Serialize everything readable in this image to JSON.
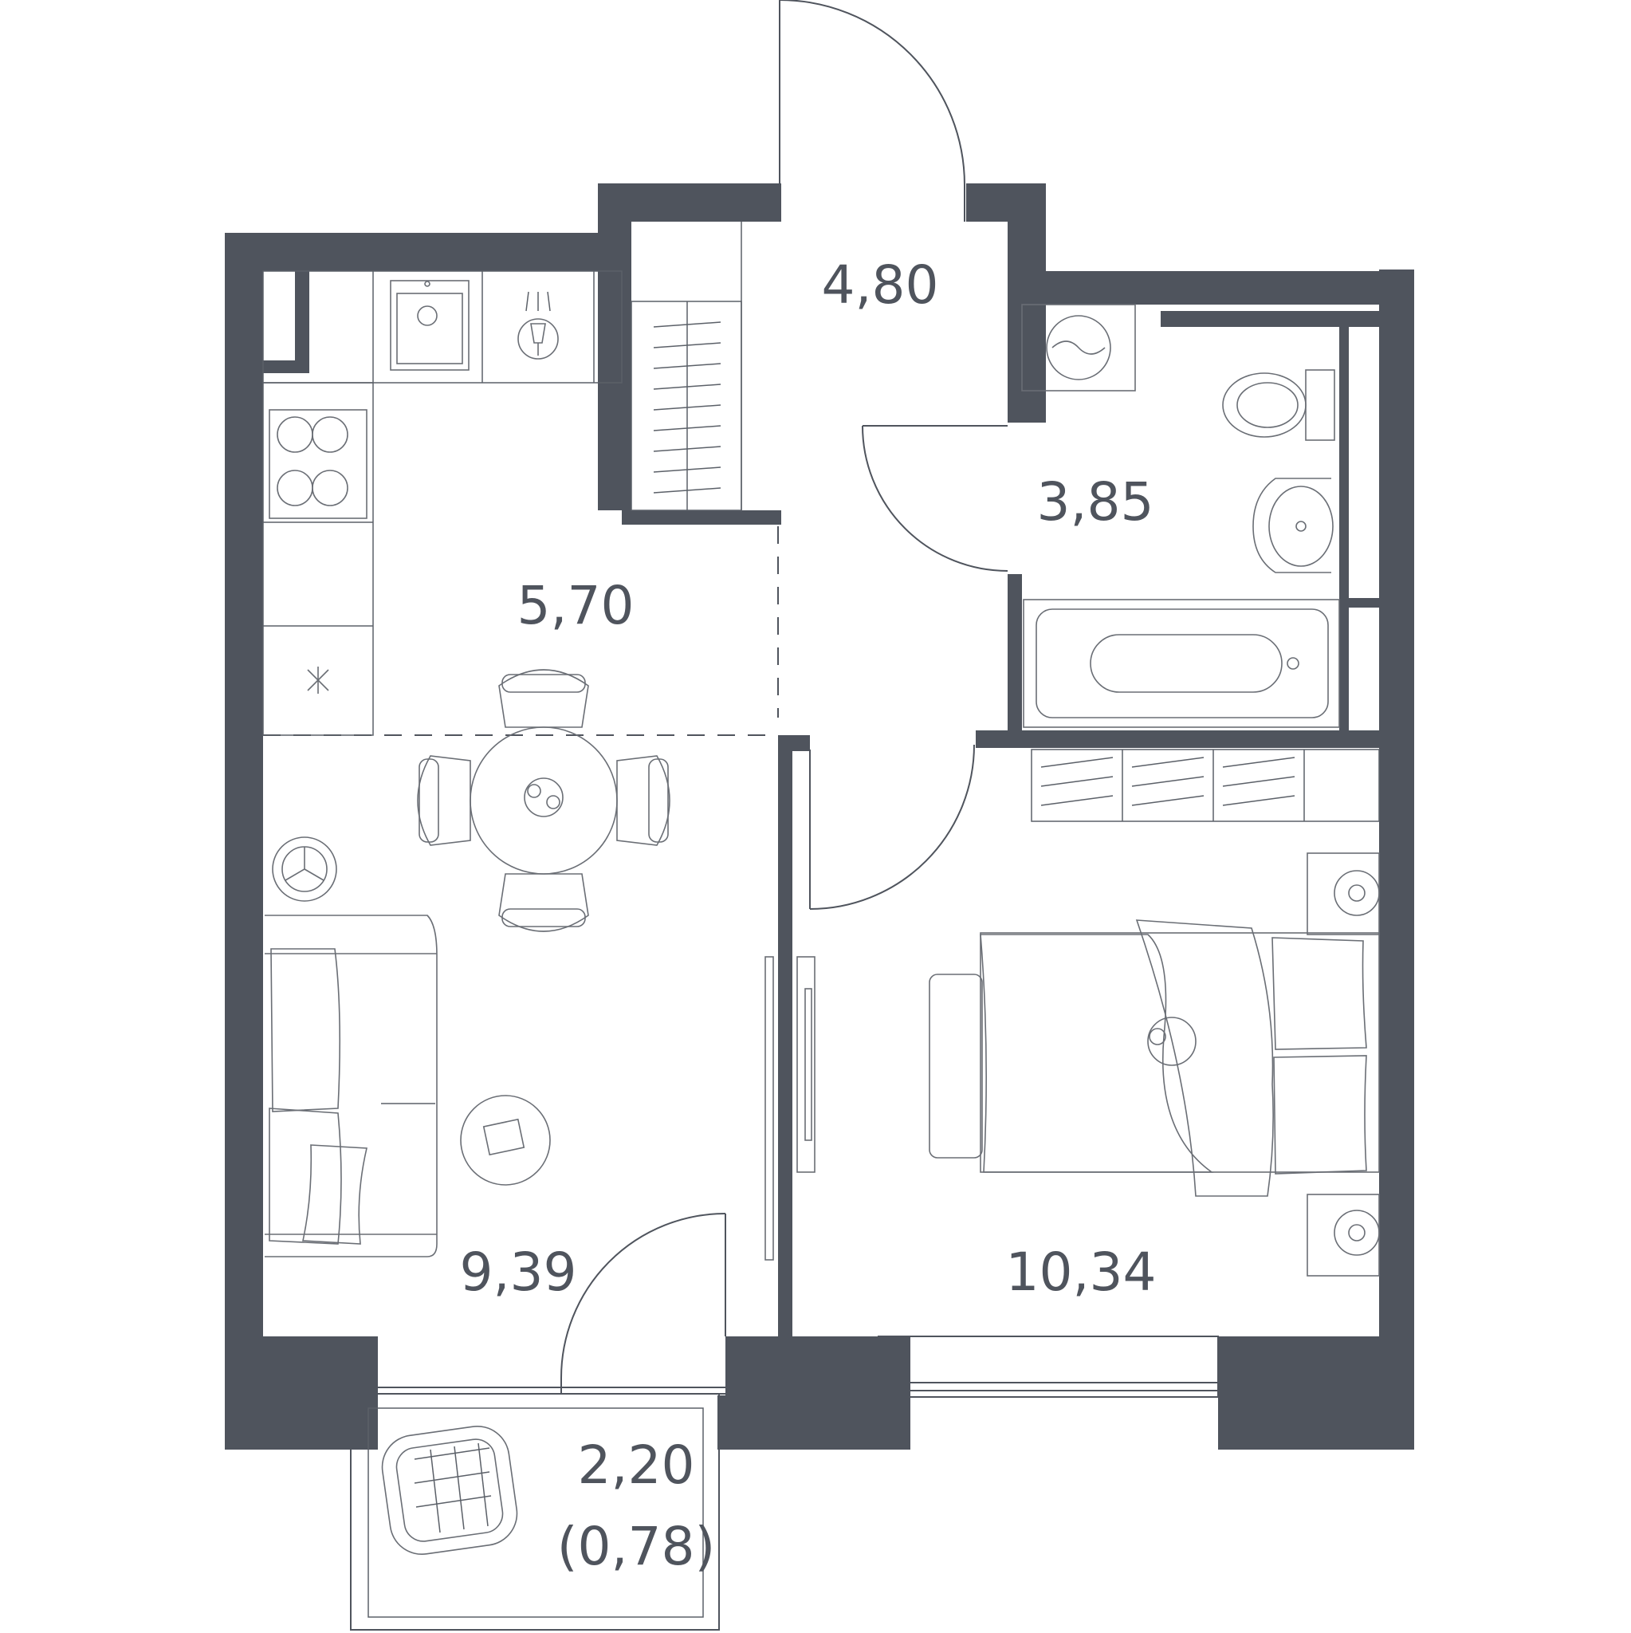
{
  "plan": {
    "rooms": [
      {
        "id": "hall",
        "area": "4,80"
      },
      {
        "id": "bathroom",
        "area": "3,85"
      },
      {
        "id": "kitchen",
        "area": "5,70"
      },
      {
        "id": "living",
        "area": "9,39"
      },
      {
        "id": "bedroom",
        "area": "10,34"
      },
      {
        "id": "balcony",
        "area": "2,20",
        "reduced_area": "(0,78)"
      }
    ]
  }
}
